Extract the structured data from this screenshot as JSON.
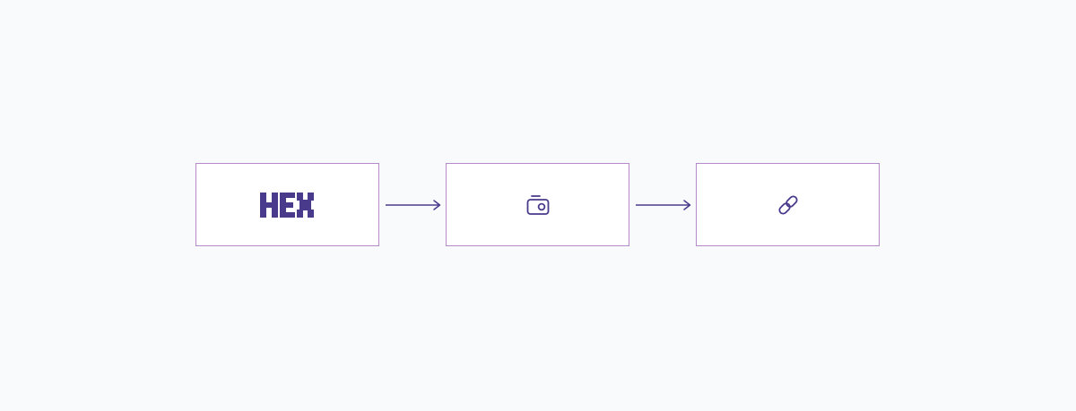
{
  "diagram": {
    "nodes": [
      {
        "logo_text": "HEX",
        "icon": "hex-logo"
      },
      {
        "icon": "camera-icon"
      },
      {
        "icon": "link-icon"
      }
    ],
    "edges": [
      {
        "from": 0,
        "to": 1
      },
      {
        "from": 1,
        "to": 2
      }
    ]
  },
  "colors": {
    "accent": "#4a3a8c",
    "node_border": "#b48ac9",
    "node_fill": "#ffffff",
    "background": "#f9fafc"
  }
}
